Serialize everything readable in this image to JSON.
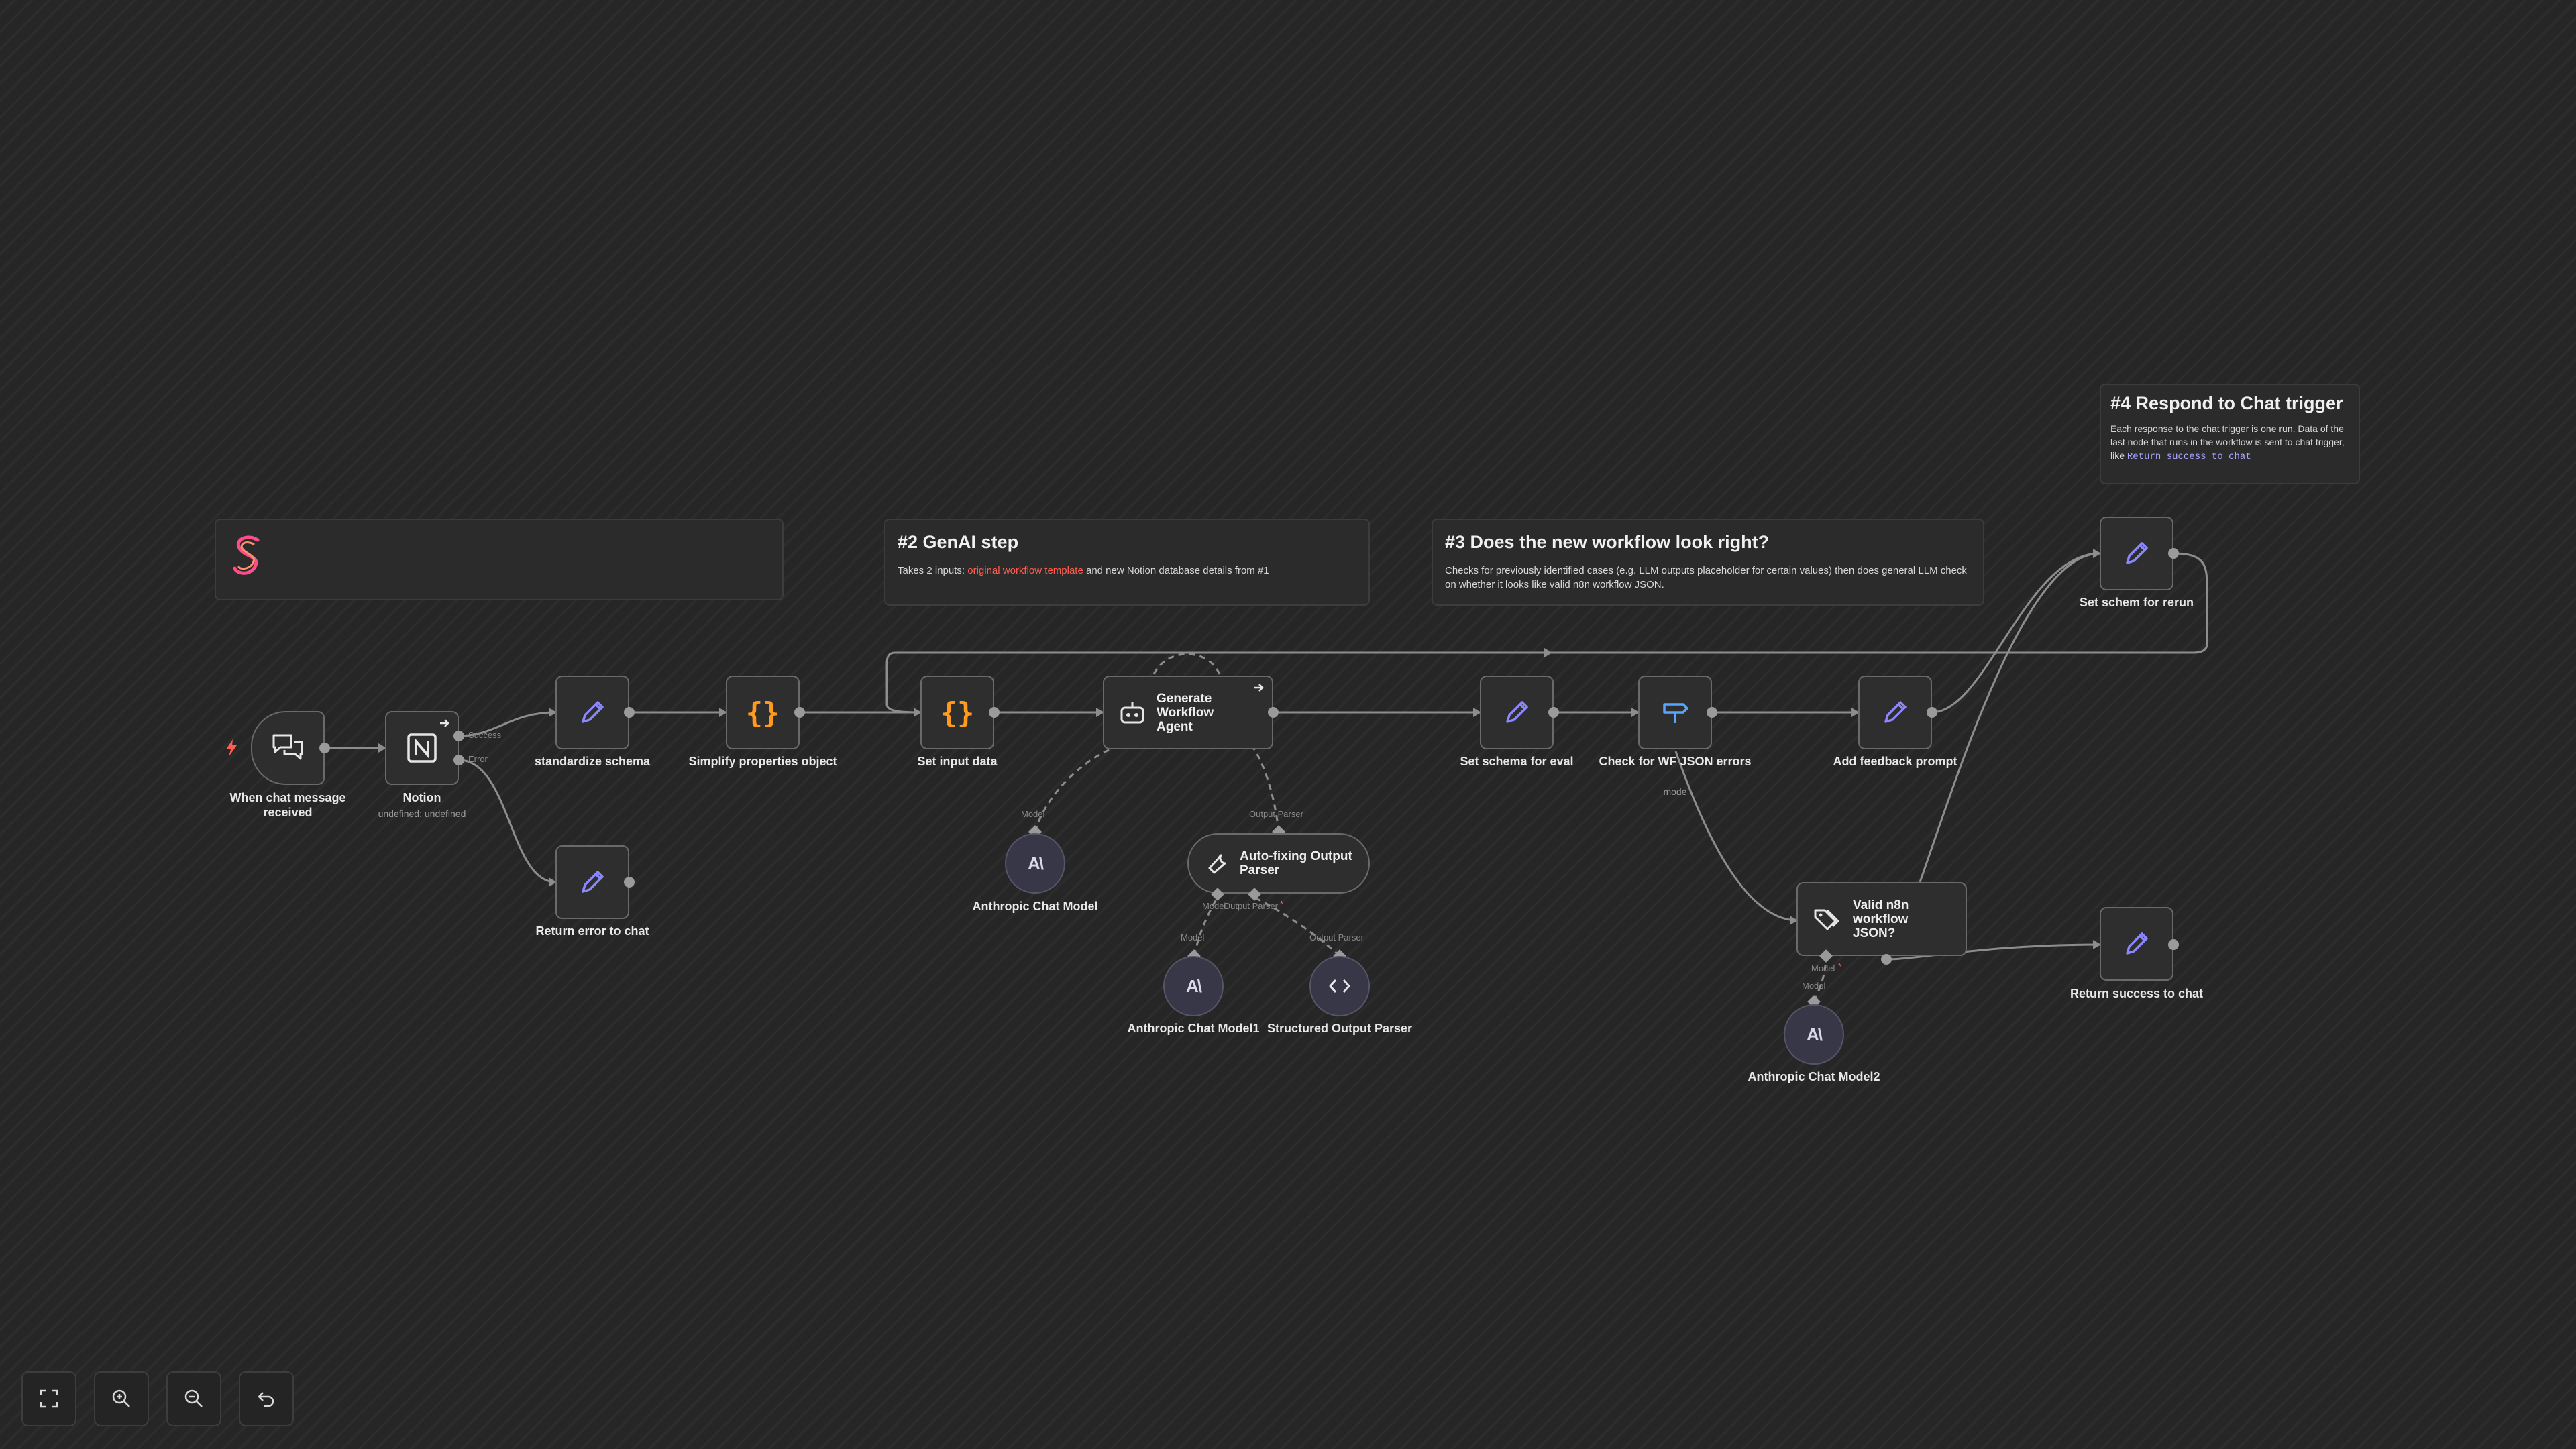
{
  "stickies": {
    "one": {
      "title": ""
    },
    "genai": {
      "title": "#2 GenAI step",
      "text_before": "Takes 2 inputs: ",
      "highlight": "original workflow template",
      "text_after": " and new Notion database details from #1"
    },
    "check": {
      "title": "#3 Does the new workflow look right?",
      "text": "Checks for previously identified cases (e.g. LLM outputs placeholder for certain values) then does general LLM check on whether it looks like valid n8n workflow JSON."
    },
    "respond": {
      "title": "#4 Respond to Chat trigger",
      "text": "Each response to the chat trigger is one run. Data of the last node that runs in the workflow is sent to chat trigger, like ",
      "code": "Return success to chat"
    }
  },
  "nodes": {
    "chat_trigger": {
      "label": "When chat message received"
    },
    "notion": {
      "label": "Notion",
      "subtitle": "undefined: undefined",
      "out_success": "Success",
      "out_error": "Error"
    },
    "standardize": {
      "label": "standardize schema"
    },
    "simplify": {
      "label": "Simplify properties object"
    },
    "set_input": {
      "label": "Set input data"
    },
    "agent": {
      "title": "Generate Workflow Agent",
      "port_model": "Model",
      "port_parser": "Output Parser"
    },
    "set_schema_eval": {
      "label": "Set schema for eval"
    },
    "check_wf": {
      "label": "Check for WF JSON errors",
      "subtitle": "mode"
    },
    "feedback": {
      "label": "Add feedback prompt"
    },
    "set_rerun": {
      "label": "Set schem for rerun"
    },
    "return_error": {
      "label": "Return error to chat"
    },
    "anthropic0": {
      "label": "Anthropic Chat Model"
    },
    "autofix": {
      "title": "Auto-fixing Output Parser",
      "port_model": "Model",
      "port_parser": "Output Parser"
    },
    "anthropic1": {
      "label": "Anthropic Chat Model1"
    },
    "structured": {
      "label": "Structured Output Parser"
    },
    "valid": {
      "title": "Valid n8n workflow JSON?",
      "port_model": "Model"
    },
    "anthropic2": {
      "label": "Anthropic Chat Model2"
    },
    "return_success": {
      "label": "Return success to chat"
    }
  },
  "ports": {
    "model_lower": "Model",
    "parser_lower": "Output Parser"
  },
  "controls": {
    "fit": "fit-view",
    "zoom_in": "zoom-in",
    "zoom_out": "zoom-out",
    "reset": "reset-zoom"
  },
  "colors": {
    "accent_purple": "#8a87ff",
    "accent_orange": "#ff9a1f",
    "accent_blue": "#58a6ff",
    "error_red": "#ff5d4f",
    "logo_pink": "#ff4d8a",
    "required_red": "#ff5d4f"
  }
}
